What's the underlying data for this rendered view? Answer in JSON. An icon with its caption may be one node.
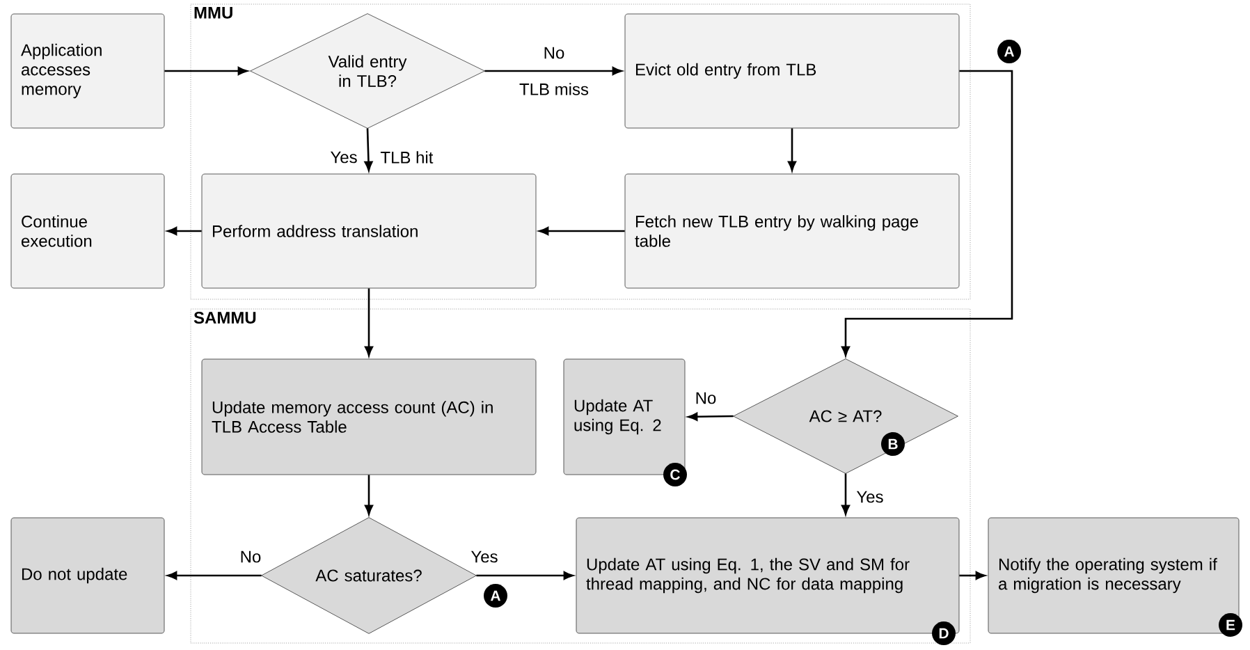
{
  "diagram": {
    "nodes": [
      {
        "text": [
          "Application accesses memory"
        ]
      },
      {
        "text": [
          "MMU"
        ]
      },
      {
        "text": [
          "Valid entry in TLB?"
        ],
        "in": 1
      },
      {
        "text": [
          "Evict old entry from TLB"
        ],
        "in": 1
      },
      {
        "text": [
          "Continue execution"
        ]
      },
      {
        "text": [
          "Perform address translation"
        ],
        "in": 1
      },
      {
        "text": [
          "Fetch new TLB entry by walking page table"
        ],
        "in": 1
      },
      {
        "text": [
          "SAMMU"
        ]
      },
      {
        "text": [
          "Update memory access count (AC) in TLB Access Table"
        ],
        "in": 7
      },
      {
        "text": [
          "Update AT using Eq. 2",
          "C"
        ],
        "in": 7
      },
      {
        "text": [
          "AC ≥ AT?",
          "B"
        ],
        "in": 7
      },
      {
        "text": [
          "Do not update"
        ]
      },
      {
        "text": [
          "AC saturates?"
        ],
        "in": 7
      },
      {
        "text": [
          "Update AT using Eq. 1, the SV and SM for thread mapping, and NC for data mapping",
          "D"
        ],
        "in": 7
      },
      {
        "text": [
          "Notify the operating system if a migration is necessary",
          "E"
        ]
      }
    ],
    "edges": [
      {
        "from": 0,
        "to": 2,
        "arrow": "to"
      },
      {
        "from": 2,
        "to": 3,
        "arrow": "to",
        "label": "No"
      },
      {
        "from": 2,
        "to": 5,
        "arrow": "to",
        "label": "Yes"
      },
      {
        "from": 3,
        "to": 6,
        "arrow": "to"
      },
      {
        "from": 6,
        "to": 5,
        "arrow": "to"
      },
      {
        "from": 5,
        "to": 4,
        "arrow": "to"
      },
      {
        "from": 5,
        "to": 8,
        "arrow": "to"
      },
      {
        "from": 3,
        "to": 10,
        "arrow": "to"
      },
      {
        "from": 10,
        "to": 9,
        "arrow": "to",
        "label": "No"
      },
      {
        "from": 10,
        "to": 13,
        "arrow": "to",
        "label": "Yes"
      },
      {
        "from": 8,
        "to": 12,
        "arrow": "to"
      },
      {
        "from": 12,
        "to": 11,
        "arrow": "to",
        "label": "No"
      },
      {
        "from": 12,
        "to": 13,
        "arrow": "to",
        "label": "Yes"
      },
      {
        "from": 13,
        "to": 14,
        "arrow": "to"
      }
    ],
    "labels": [
      "TLB miss",
      "TLB hit",
      "A",
      "A"
    ]
  }
}
